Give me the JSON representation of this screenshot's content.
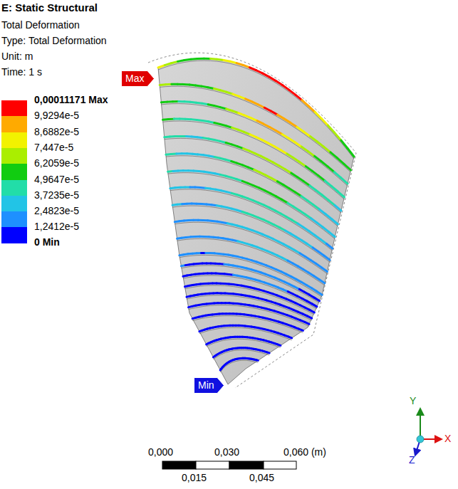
{
  "diagram": {
    "title": "E: Static Structural",
    "nodes": [
      {
        "text": [
          "Max"
        ]
      },
      {
        "text": [
          "Min"
        ]
      }
    ],
    "labels": [
      "Total Deformation",
      "Type: Total Deformation",
      "Unit: m",
      "Time: 1 s",
      "0 Min",
      "0,000",
      "0,030",
      "0,060 (m)",
      "0,015",
      "0,045",
      "Y",
      "X",
      "Z"
    ],
    "legend": [
      {
        "text": "0,00011171 Max",
        "color": "#ff0000"
      },
      {
        "text": "9,9294e-5",
        "color": "#ffaa00"
      },
      {
        "text": "8,6882e-5",
        "color": "#f2f200"
      },
      {
        "text": "7,447e-5",
        "color": "#aaee00"
      },
      {
        "text": "6,2059e-5",
        "color": "#11cc11"
      },
      {
        "text": "4,9647e-5",
        "color": "#22dda8"
      },
      {
        "text": "3,7235e-5",
        "color": "#22c4e6"
      },
      {
        "text": "2,4823e-5",
        "color": "#1e90ff"
      },
      {
        "text": "1,2412e-5",
        "color": "#0000ff"
      }
    ]
  }
}
